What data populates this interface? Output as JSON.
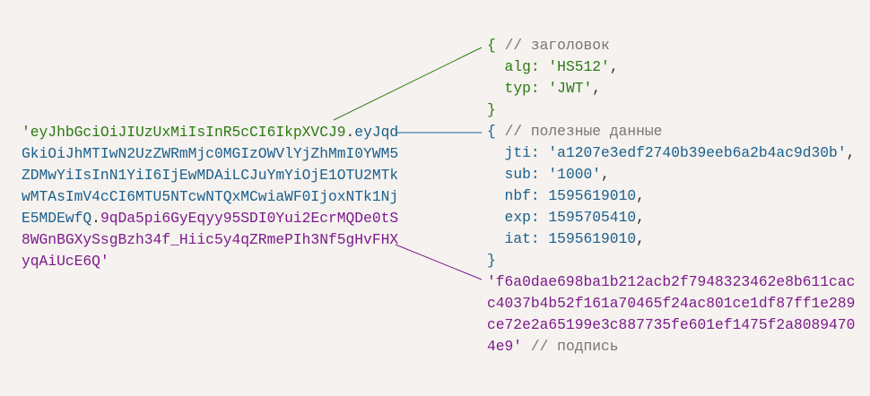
{
  "token": {
    "header_part": "'eyJhbGciOiJIUzUxMiIsInR5cCI6IkpXVCJ9",
    "dot1": ".",
    "payload_lines": [
      "eyJqd",
      "GkiOiJhMTIwN2UzZWRmMjc0MGIzOWVlYjZhMmI0YWM5",
      "ZDMwYiIsInN1YiI6IjEwMDAiLCJuYmYiOjE1OTU2MTk",
      "wMTAsImV4cCI6MTU5NTcwNTQxMCwiaWF0IjoxNTk1Nj",
      "E5MDEwfQ"
    ],
    "dot2": ".",
    "signature_lines": [
      "9qDa5pi6GyEqyy95SDI0Yui2EcrMQDe0tS",
      "8WGnBGXySsgBzh34f_Hiic5y4qZRmePIh3Nf5gHvFHX",
      "yqAiUcE6Q'"
    ]
  },
  "header": {
    "open": "{",
    "comment": "// заголовок",
    "fields": [
      {
        "key": "alg",
        "value": "'HS512'"
      },
      {
        "key": "typ",
        "value": "'JWT'"
      }
    ],
    "close": "}"
  },
  "payload": {
    "open": "{",
    "comment": "// полезные данные",
    "fields": [
      {
        "key": "jti",
        "value": "'a1207e3edf2740b39eeb6a2b4ac9d30b'"
      },
      {
        "key": "sub",
        "value": "'1000'"
      },
      {
        "key": "nbf",
        "value": "1595619010"
      },
      {
        "key": "exp",
        "value": "1595705410"
      },
      {
        "key": "iat",
        "value": "1595619010"
      }
    ],
    "close": "}"
  },
  "signature": {
    "lines": [
      "'f6a0dae698ba1b212acb2f7948323462e8b611cac",
      "c4037b4b52f161a70465f24ac801ce1df87ff1e289",
      "ce72e2a65199e3c887735fe601ef1475f2a8089470",
      "4e9'"
    ],
    "comment": "// подпись"
  },
  "colors": {
    "header": "#2b7a12",
    "payload": "#1b5f8c",
    "signature": "#7d1a8c",
    "comment": "#777777",
    "background": "#f5f2ef"
  }
}
